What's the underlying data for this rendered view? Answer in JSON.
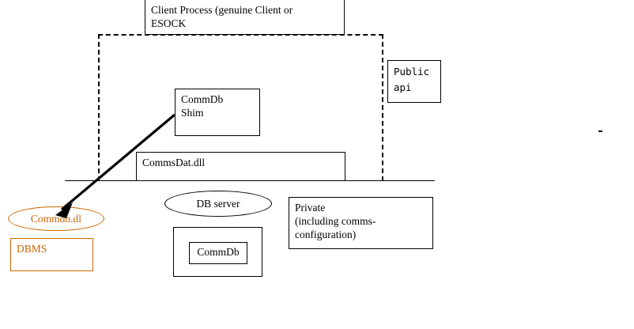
{
  "diagram": {
    "title_box": {
      "label": "Client Process (genuine Client or\nESOCK"
    },
    "shim_box": {
      "label": "CommDb\nShim"
    },
    "public_api_box": {
      "label": "Public\napi"
    },
    "commsdat_box": {
      "label": "CommsDat.dll"
    },
    "db_server_ellipse": {
      "label": "DB server"
    },
    "commdb_inner_box": {
      "label": "CommDb"
    },
    "private_box": {
      "label": "Private\n(including comms-\nconfiguration)"
    },
    "commdb_dll_ellipse": {
      "label": "Commdb.dl"
    },
    "dbms_box": {
      "label": "DBMS"
    },
    "colors": {
      "stroke": "#000000",
      "orange": "#cc6600",
      "background": "#ffffff"
    }
  }
}
